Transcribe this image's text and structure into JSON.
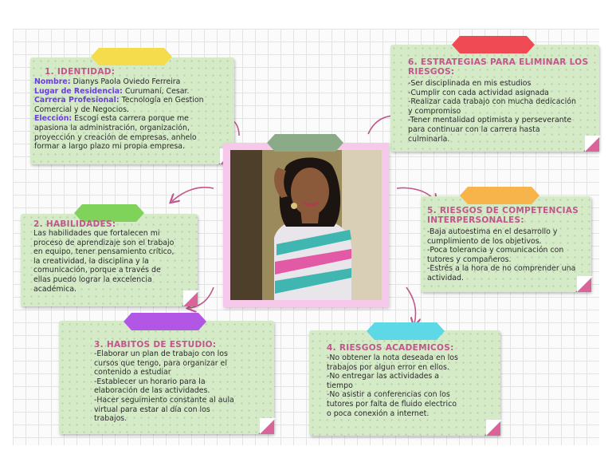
{
  "ribbon_colors": {
    "identidad": "#f5dc4c",
    "estrategias": "#f04b55",
    "habilidades": "#7fd35a",
    "riesgos_comp": "#f6b44a",
    "habitos": "#b256e6",
    "riesgos_acad": "#5cd8e6",
    "photo": "#8aaa88"
  },
  "identidad": {
    "title": "1. IDENTIDAD:",
    "nombre_label": "Nombre:",
    "nombre_value": " Dianys Paola Oviedo Ferreira",
    "lugar_label": "Lugar de Residencia:",
    "lugar_value": " Curumaní, Cesar.",
    "carrera_label": "Carrera Profesional:",
    "carrera_value_1": " Tecnología en Gestion",
    "carrera_value_2": "Comercial y de Negocios.",
    "eleccion_label": "Elección:",
    "eleccion_value_1": " Escogí esta carrera porque me",
    "eleccion_lines": [
      "apasiona la administración, organización,",
      "proyección y creación de empresas, anhelo",
      "formar a largo plazo mi propia empresa."
    ]
  },
  "estrategias": {
    "title_1": "6. ESTRATEGIAS PARA ELIMINAR LOS",
    "title_2": "RIESGOS:",
    "lines": [
      "-Ser disciplinada en mis estudios",
      "-Cumplir con cada actividad asignada",
      "-Realizar cada trabajo con mucha dedicación",
      "y compromiso",
      "-Tener mentalidad optimista y perseverante",
      "para continuar con la carrera hasta",
      "culminarla."
    ]
  },
  "habilidades": {
    "title": "2. HABILIDADES:",
    "lines": [
      "Las habilidades que fortalecen mi",
      "proceso de aprendizaje son el trabajo",
      "en equipo, tener pensamiento crítico,",
      "la creatividad, la disciplina y la",
      "comunicación, porque a través de",
      "ellas puedo lograr la excelencia",
      "académica."
    ]
  },
  "riesgos_comp": {
    "title_1": "5. RIESGOS DE COMPETENCIAS",
    "title_2": "INTERPERSONALES:",
    "lines": [
      "-Baja autoestima en el desarrollo y",
      "cumplimiento de los objetivos.",
      "-Poca tolerancia y comunicación  con",
      "tutores y compañeros.",
      "-Estrés a la hora de no comprender una",
      "actividad."
    ]
  },
  "habitos": {
    "title": "3. HABITOS DE ESTUDIO:",
    "lines": [
      "-Elaborar un plan de trabajo con los",
      "cursos que tengo, para organizar el",
      "contenido a estudiar",
      "-Establecer un horario para la",
      "elaboración de las actividades.",
      "-Hacer seguimiento constante al aula",
      "virtual para estar al día con los",
      "trabajos."
    ]
  },
  "riesgos_acad": {
    "title": "4. RIESGOS ACADEMICOS:",
    "lines": [
      "-No obtener la nota deseada en los",
      "trabajos por algun error en ellos.",
      "-No entregar las actividades a",
      "tiempo",
      "-No asistir a conferencias con los",
      "tutores por falta de fluido electrico",
      "o poca conexión a internet."
    ]
  }
}
